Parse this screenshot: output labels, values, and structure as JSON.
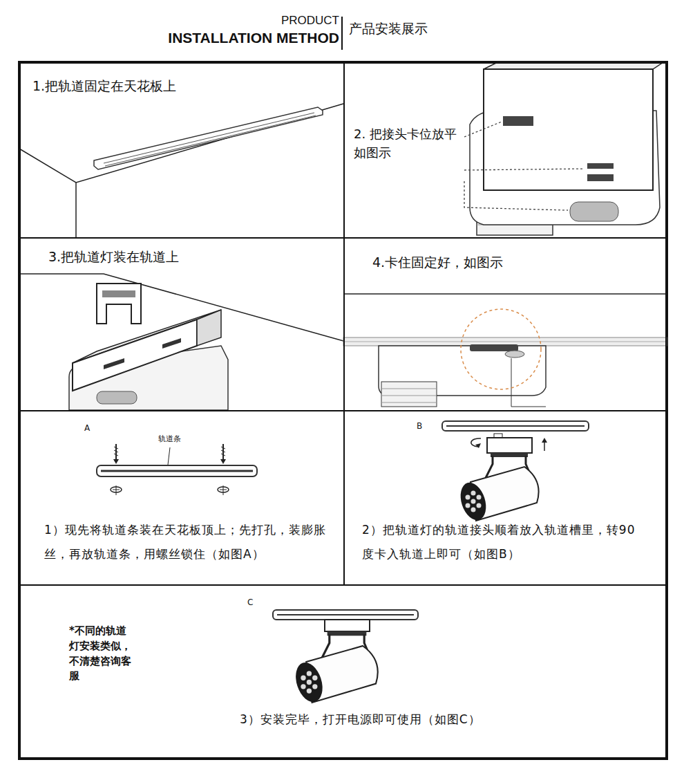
{
  "diagram": {
    "title": "产品安装展示",
    "nodes": [
      {
        "text": [
          "1.把轨道固定在天花板上"
        ]
      },
      {
        "text": [
          "2. 把接头卡位放平 如图示"
        ]
      },
      {
        "text": [
          "3.把轨道灯装在轨道上"
        ]
      },
      {
        "text": [
          "4.卡住固定好，如图示"
        ]
      },
      {
        "text": [
          "1）现先将轨道条装在天花板顶上；先打孔，装膨胀丝，再放轨道条，用螺丝锁住（如图A）"
        ]
      },
      {
        "text": [
          "2）把轨道灯的轨道接头顺着放入轨道槽里，转90度卡入轨道上即可（如图B）"
        ]
      },
      {
        "text": [
          "*不同的轨道灯安装类似，不清楚咨询客服",
          "3）安装完毕，打开电源即可使用（如图C）"
        ]
      }
    ],
    "labels": [
      "PRODUCT",
      "INSTALLATION METHOD",
      "A",
      "轨道条",
      "B",
      "C"
    ]
  }
}
